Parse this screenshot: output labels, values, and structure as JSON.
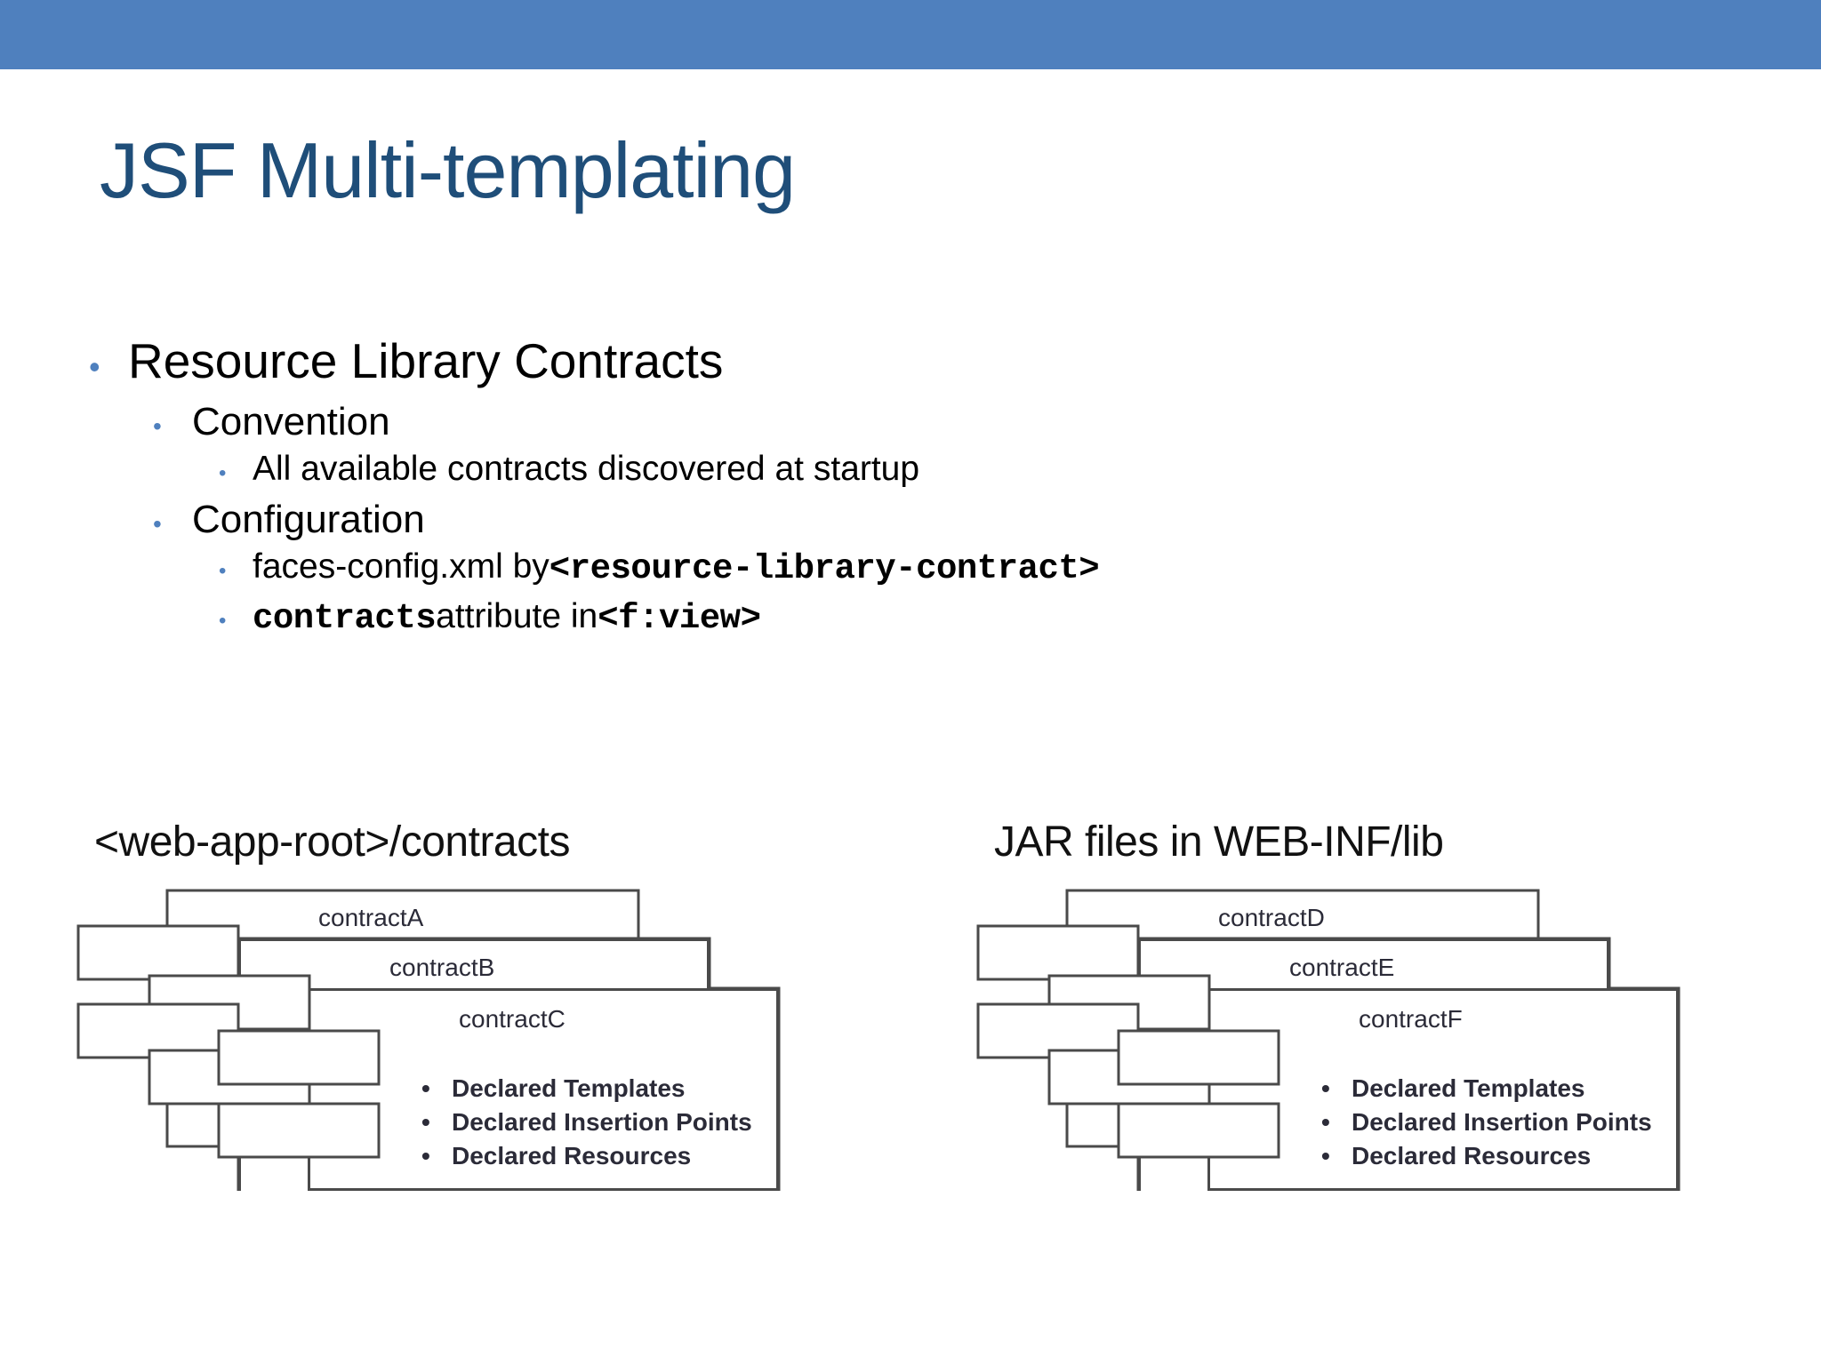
{
  "slide": {
    "title": "JSF Multi-templating",
    "accent_bar_color": "#4F80BE",
    "title_color": "#1F4E79",
    "bullet_color": "#4F80BE"
  },
  "bullets": {
    "l1_resource_library_contracts": "Resource Library Contracts",
    "l2_convention": "Convention",
    "l3_all_available": "All available contracts discovered at startup",
    "l2_configuration": "Configuration",
    "l3_faces_config_prefix": "faces-config.xml by ",
    "l3_faces_config_code": "<resource-library-contract>",
    "l3_contracts_code": "contracts",
    "l3_contracts_mid": " attribute in ",
    "l3_contracts_code2": "<f:view>",
    "dot_glyph": "•"
  },
  "figures": [
    {
      "caption": "<web-app-root>/contracts",
      "frames": [
        {
          "label": "contractA"
        },
        {
          "label": "contractB"
        },
        {
          "label": "contractC"
        }
      ],
      "items": [
        "Declared Templates",
        "Declared Insertion Points",
        "Declared Resources"
      ],
      "item_dot": "•"
    },
    {
      "caption": "JAR files in WEB-INF/lib",
      "frames": [
        {
          "label": "contractD"
        },
        {
          "label": "contractE"
        },
        {
          "label": "contractF"
        }
      ],
      "items": [
        "Declared Templates",
        "Declared Insertion Points",
        "Declared Resources"
      ],
      "item_dot": "•"
    }
  ]
}
